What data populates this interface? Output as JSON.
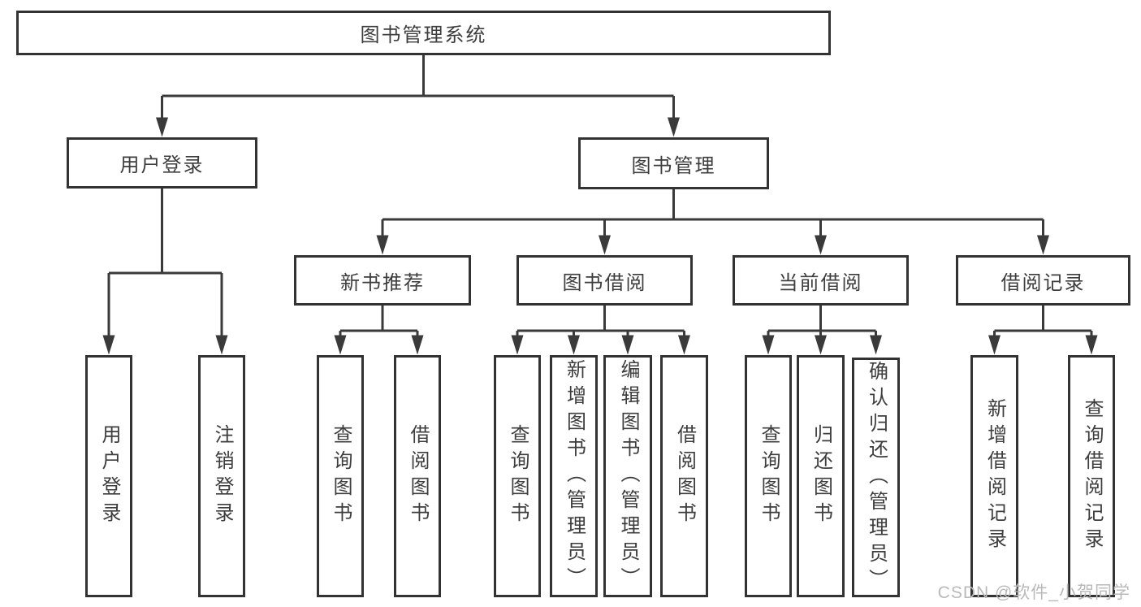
{
  "diagram": {
    "type": "hierarchy-tree",
    "tree": {
      "label": "图书管理系统",
      "children": [
        {
          "label": "用户登录",
          "children": [
            {
              "label": "用户登录"
            },
            {
              "label": "注销登录"
            }
          ]
        },
        {
          "label": "图书管理",
          "children": [
            {
              "label": "新书推荐",
              "children": [
                {
                  "label": "查询图书"
                },
                {
                  "label": "借阅图书"
                }
              ]
            },
            {
              "label": "图书借阅",
              "children": [
                {
                  "label": "查询图书"
                },
                {
                  "label": "新增图书（管理员）"
                },
                {
                  "label": "编辑图书（管理员）"
                },
                {
                  "label": "借阅图书"
                }
              ]
            },
            {
              "label": "当前借阅",
              "children": [
                {
                  "label": "查询图书"
                },
                {
                  "label": "归还图书"
                },
                {
                  "label": "确认归还（管理员）"
                }
              ]
            },
            {
              "label": "借阅记录",
              "children": [
                {
                  "label": "新增借阅记录"
                },
                {
                  "label": "查询借阅记录"
                }
              ]
            }
          ]
        }
      ]
    }
  },
  "watermark": {
    "text": "CSDN @软件_小贺同学"
  },
  "colors": {
    "line": "#3a3a3a",
    "box_border": "#333333",
    "text": "#3d3d3d",
    "background": "#ffffff",
    "watermark": "#b9b9b9"
  }
}
